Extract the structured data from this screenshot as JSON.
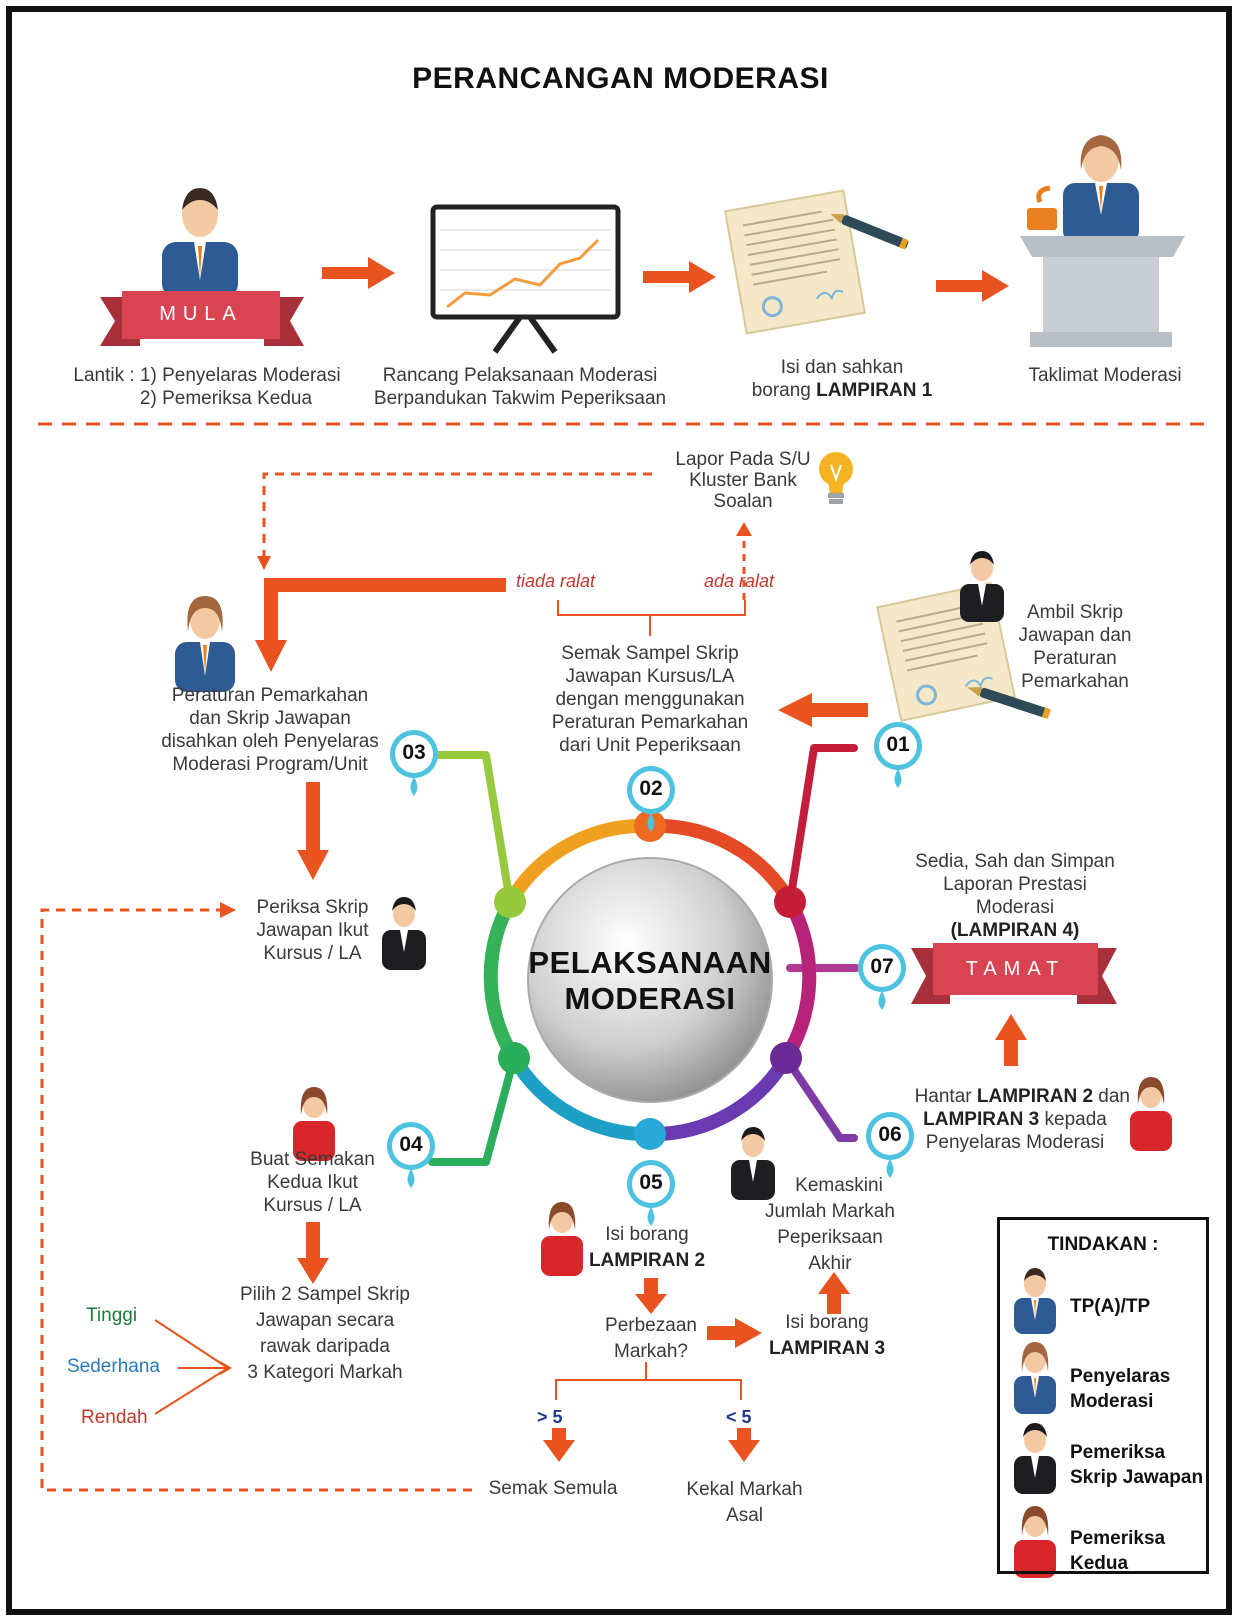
{
  "title": "PERANCANGAN MODERASI",
  "top_flow": {
    "start_banner": "MULA",
    "step1_line1": "Lantik : 1) Penyelaras Moderasi",
    "step1_line2": "2) Pemeriksa Kedua",
    "step2_line1": "Rancang Pelaksanaan Moderasi",
    "step2_line2": "Berpandukan Takwim Peperiksaan",
    "step3_line1": "Isi dan sahkan",
    "step3_line2_prefix": "borang",
    "step3_line2_bold": "LAMPIRAN 1",
    "step4": "Taklimat Moderasi"
  },
  "hub": {
    "line1": "PELAKSANAAN",
    "line2": "MODERASI"
  },
  "pins": {
    "p01": "01",
    "p02": "02",
    "p03": "03",
    "p04": "04",
    "p05": "05",
    "p06": "06",
    "p07": "07"
  },
  "report": {
    "line1": "Lapor Pada S/U",
    "line2": "Kluster Bank",
    "line3": "Soalan"
  },
  "branch_labels": {
    "no_error": "tiada ralat",
    "has_error": "ada ralat"
  },
  "step01": {
    "line1": "Ambil Skrip",
    "line2": "Jawapan dan",
    "line3": "Peraturan",
    "line4": "Pemarkahan"
  },
  "step02": {
    "line1": "Semak Sampel Skrip",
    "line2": "Jawapan Kursus/LA",
    "line3": "dengan menggunakan",
    "line4": "Peraturan Pemarkahan",
    "line5": "dari Unit Peperiksaan"
  },
  "step03": {
    "line1": "Peraturan Pemarkahan",
    "line2": "dan Skrip Jawapan",
    "line3": "disahkan oleh Penyelaras",
    "line4": "Moderasi Program/Unit"
  },
  "check_scripts": {
    "line1": "Periksa Skrip",
    "line2": "Jawapan Ikut",
    "line3": "Kursus / LA"
  },
  "step04": {
    "line1": "Buat Semakan",
    "line2": "Kedua Ikut",
    "line3": "Kursus / LA"
  },
  "pick_samples": {
    "line1": "Pilih 2 Sampel Skrip",
    "line2": "Jawapan secara",
    "line3": "rawak daripada",
    "line4": "3 Kategori Markah"
  },
  "categories": {
    "high": "Tinggi",
    "high_color": "#1e7a3c",
    "mid": "Sederhana",
    "mid_color": "#2a7ab8",
    "low": "Rendah",
    "low_color": "#c0392b"
  },
  "step05": {
    "line1": "Isi borang",
    "line2": "LAMPIRAN 2"
  },
  "diff": {
    "line1": "Perbezaan",
    "line2": "Markah?"
  },
  "thresholds": {
    "gt": "> 5",
    "lt": "< 5"
  },
  "recheck": "Semak Semula",
  "keep": {
    "line1": "Kekal Markah",
    "line2": "Asal"
  },
  "fill3": {
    "line1": "Isi borang",
    "line2": "LAMPIRAN 3"
  },
  "update": {
    "line1": "Kemaskini",
    "line2": "Jumlah Markah",
    "line3": "Peperiksaan",
    "line4": "Akhir"
  },
  "step06": {
    "line1_prefix": "Hantar",
    "line1_bold": "LAMPIRAN 2",
    "line1_suffix": "dan",
    "line2_bold": "LAMPIRAN 3",
    "line2_suffix": "kepada",
    "line3": "Penyelaras Moderasi"
  },
  "step07": {
    "line1": "Sedia, Sah dan Simpan",
    "line2": "Laporan Prestasi",
    "line3": "Moderasi",
    "line4_bold": "(LAMPIRAN 4)"
  },
  "end_banner": "TAMAT",
  "legend": {
    "title": "TINDAKAN :",
    "role1": "TP(A)/TP",
    "role2_line1": "Penyelaras",
    "role2_line2": "Moderasi",
    "role3_line1": "Pemeriksa",
    "role3_line2": "Skrip Jawapan",
    "role4_line1": "Pemeriksa",
    "role4_line2": "Kedua"
  },
  "colors": {
    "arrow": "#e8531f",
    "banner": "#d94452",
    "pin": "#4ec3e0"
  }
}
